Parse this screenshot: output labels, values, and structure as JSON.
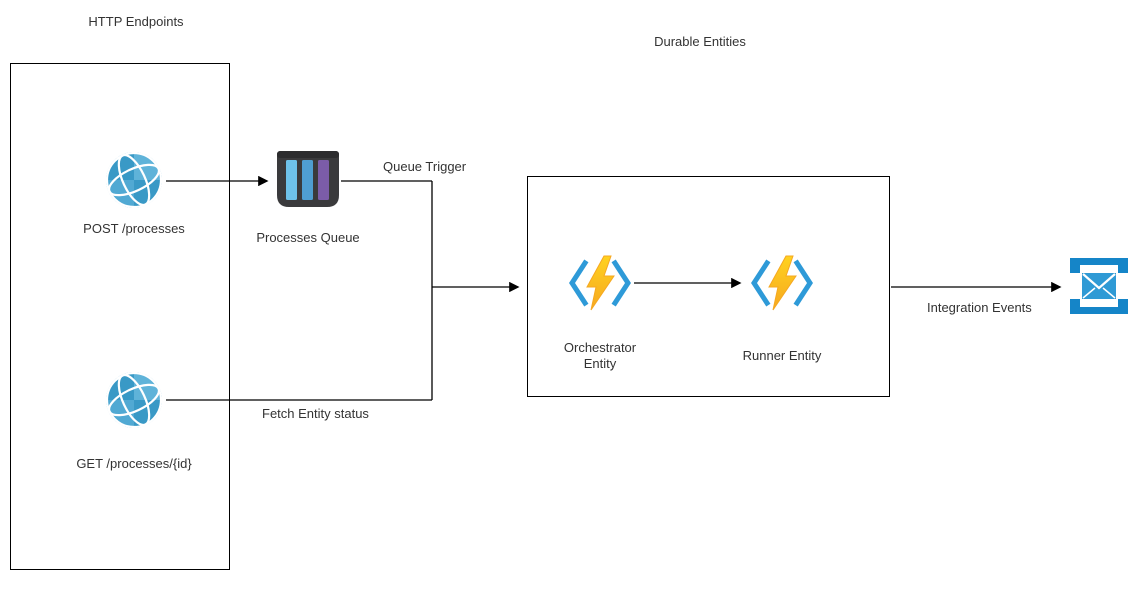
{
  "groups": {
    "http_endpoints": {
      "title": "HTTP Endpoints"
    },
    "durable_entities": {
      "title": "Durable Entities"
    }
  },
  "nodes": {
    "post_endpoint": {
      "label": "POST /processes",
      "icon": "globe-icon"
    },
    "get_endpoint": {
      "label": "GET /processes/{id}",
      "icon": "globe-icon"
    },
    "processes_queue": {
      "label": "Processes Queue",
      "icon": "queue-icon"
    },
    "orchestrator_entity": {
      "label": "Orchestrator Entity",
      "icon": "azure-function-icon"
    },
    "runner_entity": {
      "label": "Runner Entity",
      "icon": "azure-function-icon"
    },
    "integration_events_target": {
      "icon": "event-message-icon"
    }
  },
  "edges": {
    "queue_trigger": {
      "label": "Queue Trigger"
    },
    "fetch_entity_status": {
      "label": "Fetch Entity status"
    },
    "integration_events": {
      "label": "Integration Events"
    }
  },
  "colors": {
    "globe_blue": "#3999c6",
    "globe_light": "#7fc9ea",
    "queue_body": "#3a3a3c",
    "queue_bars": [
      "#6ec2ea",
      "#4f9ed2",
      "#7b5ca8"
    ],
    "bracket_blue": "#2e9ad8",
    "bolt_yellow": "#ffd21f",
    "bolt_orange": "#f6a821",
    "event_frame": "#1585c8",
    "event_envelope": "#2f9ad5",
    "line": "#000000",
    "text": "#333333",
    "background": "#ffffff"
  }
}
